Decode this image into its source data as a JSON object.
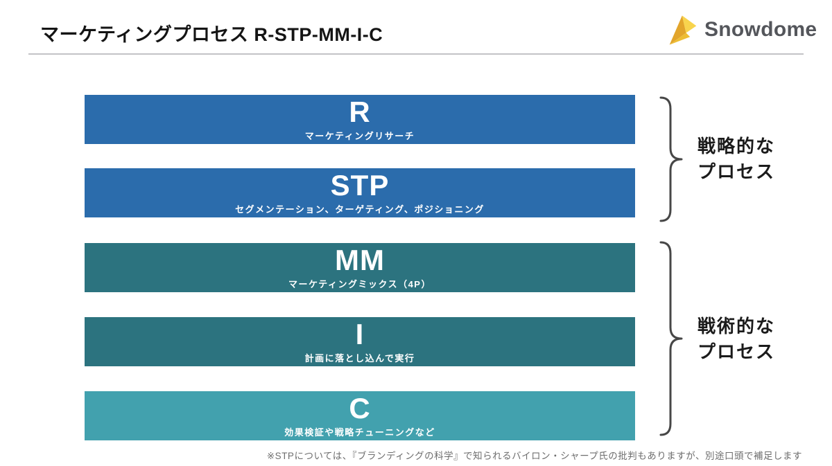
{
  "header": {
    "title": "マーケティングプロセス R-STP-MM-I-C",
    "brand": "Snowdome"
  },
  "stages": [
    {
      "letter": "R",
      "subtitle": "マーケティングリサーチ",
      "color": "#2b6cac"
    },
    {
      "letter": "STP",
      "subtitle": "セグメンテーション、ターゲティング、ポジショニング",
      "color": "#2b6cac"
    },
    {
      "letter": "MM",
      "subtitle": "マーケティングミックス（4P）",
      "color": "#2c737f"
    },
    {
      "letter": "I",
      "subtitle": "計画に落とし込んで実行",
      "color": "#2c737f"
    },
    {
      "letter": "C",
      "subtitle": "効果検証や戦略チューニングなど",
      "color": "#42a1ae"
    }
  ],
  "groups": [
    {
      "line1": "戦略的な",
      "line2": "プロセス"
    },
    {
      "line1": "戦術的な",
      "line2": "プロセス"
    }
  ],
  "footnote": "※STPについては、『ブランディングの科学』で知られるバイロン・シャープ氏の批判もありますが、別途口頭で補足します",
  "colors": {
    "brace": "#474747",
    "plane_dark": "#e2a52b",
    "plane_mid": "#edbd33",
    "plane_light": "#f8d44d"
  }
}
